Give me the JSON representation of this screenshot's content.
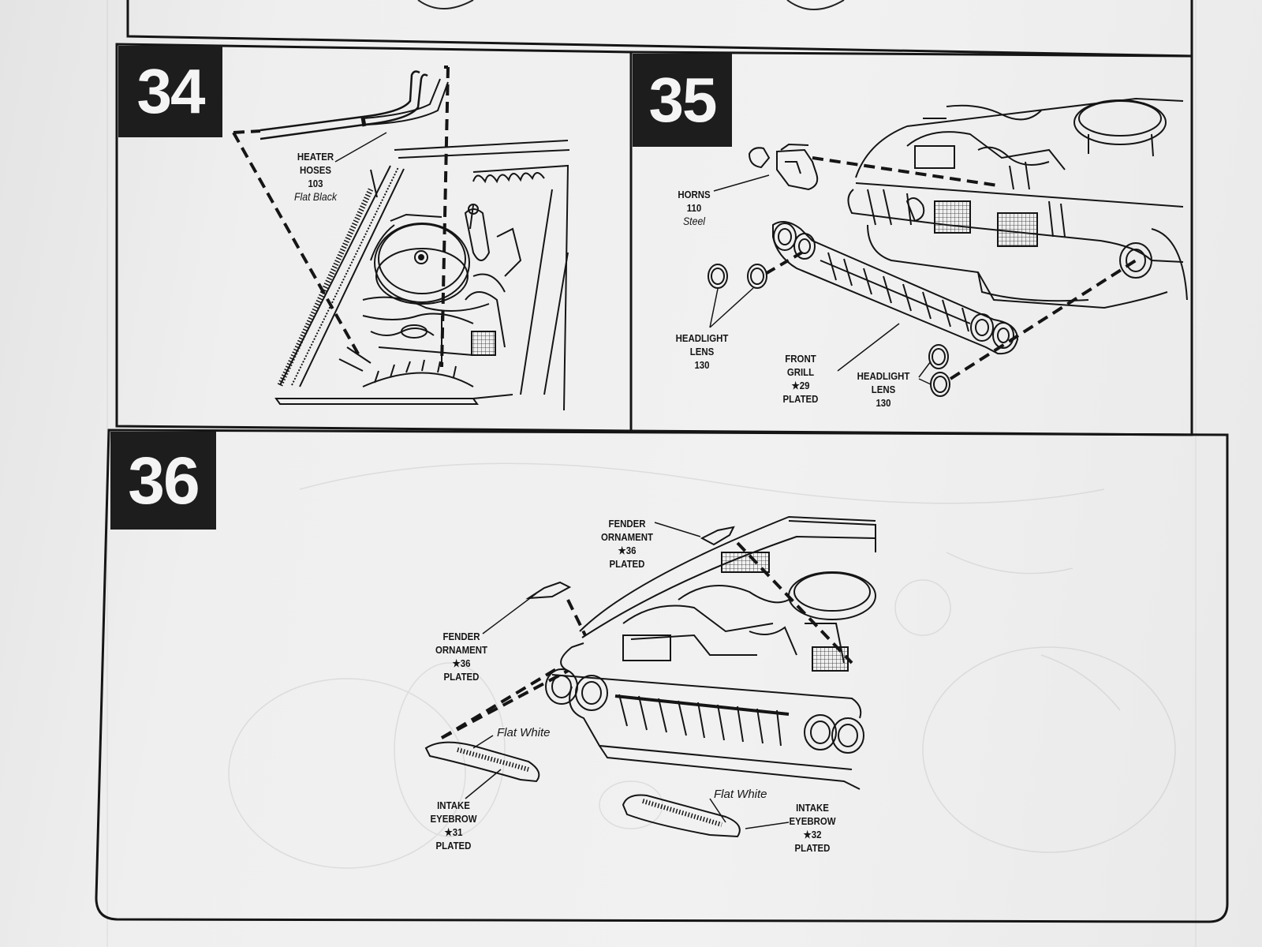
{
  "steps": [
    {
      "number": "34",
      "callouts": [
        {
          "name": "HEATER",
          "name2": "HOSES",
          "part": "103",
          "finish": "Flat Black"
        }
      ]
    },
    {
      "number": "35",
      "callouts": [
        {
          "name": "HORNS",
          "part": "110",
          "finish": "Steel"
        },
        {
          "name": "HEADLIGHT",
          "name2": "LENS",
          "part": "130"
        },
        {
          "name": "FRONT",
          "name2": "GRILL",
          "part": "★29",
          "finish": "PLATED"
        },
        {
          "name": "HEADLIGHT",
          "name2": "LENS",
          "part": "130"
        }
      ]
    },
    {
      "number": "36",
      "callouts": [
        {
          "name": "FENDER",
          "name2": "ORNAMENT",
          "part": "★36",
          "finish": "PLATED"
        },
        {
          "name": "FENDER",
          "name2": "ORNAMENT",
          "part": "★36",
          "finish": "PLATED"
        },
        {
          "name": "INTAKE",
          "name2": "EYEBROW",
          "part": "★31",
          "finish": "PLATED",
          "paint": "Flat White"
        },
        {
          "name": "INTAKE",
          "name2": "EYEBROW",
          "part": "★32",
          "finish": "PLATED",
          "paint": "Flat White"
        }
      ]
    }
  ]
}
